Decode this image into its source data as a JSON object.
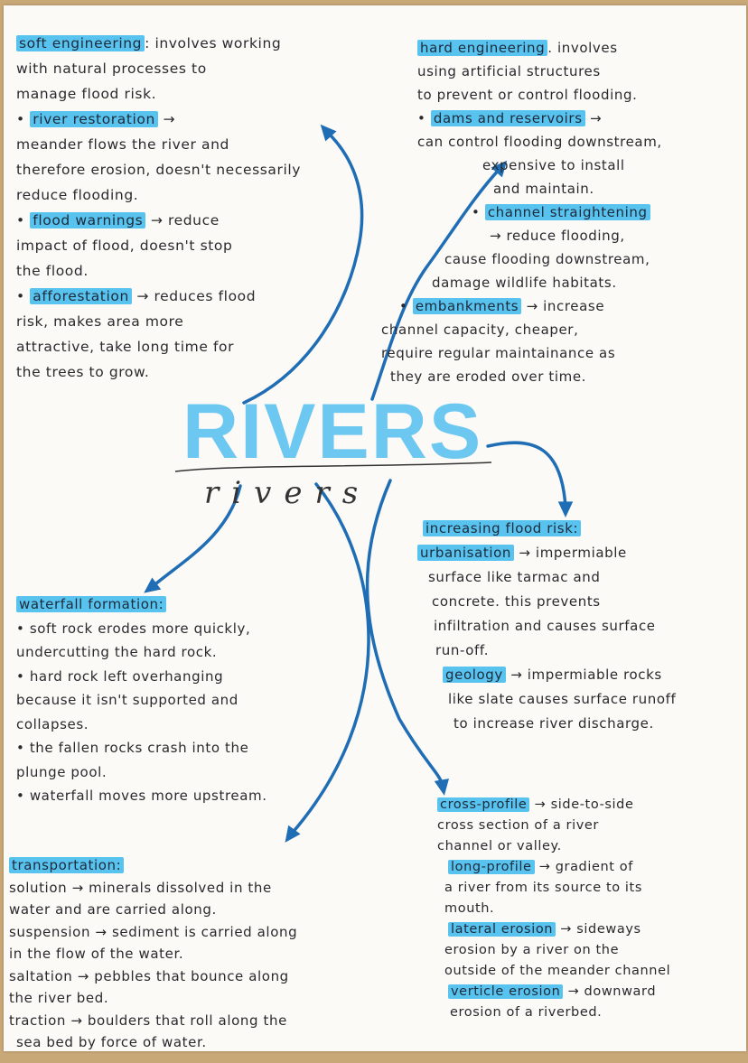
{
  "title": "RIVERS",
  "title_script": "rivers",
  "colors": {
    "highlight": "#58c3ef",
    "arrow": "#1f6db4",
    "title": "#6cc8f0",
    "ink": "#2a2a2e"
  },
  "blocks": {
    "soft_engineering": [
      {
        "hl": "soft engineering",
        "text": ": involves working"
      },
      {
        "text": "with natural processes to"
      },
      {
        "text": "manage flood risk."
      },
      {
        "pre": "• ",
        "hl": "river restoration",
        "text": " →"
      },
      {
        "text": "meander flows the river and"
      },
      {
        "text": "therefore erosion, doesn't necessarily"
      },
      {
        "text": "reduce flooding."
      },
      {
        "pre": "• ",
        "hl": "flood warnings",
        "text": " → reduce"
      },
      {
        "text": "impact of flood, doesn't stop"
      },
      {
        "text": "the flood."
      },
      {
        "pre": "• ",
        "hl": "afforestation",
        "text": " → reduces flood"
      },
      {
        "text": "risk, makes area more"
      },
      {
        "text": "attractive, take long time for"
      },
      {
        "text": "the trees to grow."
      }
    ],
    "hard_engineering": [
      {
        "hl": "hard engineering",
        "text": ". involves"
      },
      {
        "text": "using artificial structures"
      },
      {
        "text": "to prevent or control flooding."
      },
      {
        "pre": "• ",
        "hl": "dams and reservoirs",
        "text": " →"
      },
      {
        "text": "can control flooding downstream,"
      },
      {
        "text": "expensive to install"
      },
      {
        "text": "and maintain."
      },
      {
        "pre": "• ",
        "hl": "channel straightening"
      },
      {
        "text": "→ reduce flooding,"
      },
      {
        "text": "cause flooding downstream,"
      },
      {
        "text": "damage wildlife habitats."
      },
      {
        "pre": "• ",
        "hl": "embankments",
        "text": " → increase"
      },
      {
        "text": "channel capacity, cheaper,"
      },
      {
        "text": "require regular maintainance as"
      },
      {
        "text": "they are eroded over time."
      }
    ],
    "flood_risk": [
      {
        "hl": "increasing flood risk:"
      },
      {
        "hl": "urbanisation",
        "text": " → impermiable"
      },
      {
        "text": "surface like tarmac and"
      },
      {
        "text": "concrete. this prevents"
      },
      {
        "text": "infiltration and causes surface"
      },
      {
        "text": "run-off."
      },
      {
        "hl": "geology",
        "text": " → impermiable rocks"
      },
      {
        "text": "like slate causes surface runoff"
      },
      {
        "text": "to increase river discharge."
      }
    ],
    "waterfall": [
      {
        "hl": "waterfall formation:"
      },
      {
        "text": "• soft rock erodes more quickly,"
      },
      {
        "text": "undercutting the hard rock."
      },
      {
        "text": "• hard rock left overhanging"
      },
      {
        "text": "because it isn't supported and"
      },
      {
        "text": "collapses."
      },
      {
        "text": "• the fallen rocks crash into the"
      },
      {
        "text": "plunge pool."
      },
      {
        "text": "• waterfall moves more upstream."
      }
    ],
    "profiles": [
      {
        "hl": "cross-profile",
        "text": " → side-to-side"
      },
      {
        "text": "cross section of a river"
      },
      {
        "text": "channel or valley."
      },
      {
        "hl": "long-profile",
        "text": " → gradient of"
      },
      {
        "text": "a river from its source to its"
      },
      {
        "text": "mouth."
      },
      {
        "hl": "lateral erosion",
        "text": " → sideways"
      },
      {
        "text": "erosion by a river on the"
      },
      {
        "text": "outside of the meander channel"
      },
      {
        "hl": "verticle erosion",
        "text": " → downward"
      },
      {
        "text": "erosion of a riverbed."
      }
    ],
    "transportation": [
      {
        "hl": "transportation:"
      },
      {
        "text": "solution → minerals dissolved in the"
      },
      {
        "text": "water and are carried along."
      },
      {
        "text": "suspension → sediment is carried along"
      },
      {
        "text": "in the flow of the water."
      },
      {
        "text": "saltation → pebbles that bounce along"
      },
      {
        "text": "the river bed."
      },
      {
        "text": "traction → boulders that roll along the"
      },
      {
        "text": "sea bed by force of water."
      }
    ]
  }
}
